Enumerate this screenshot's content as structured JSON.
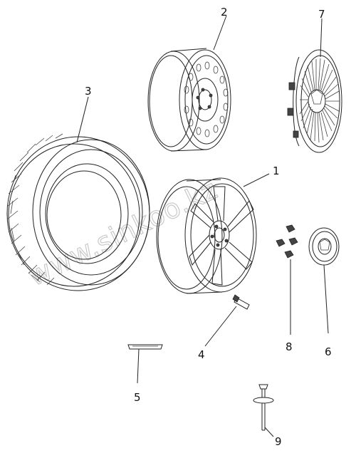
{
  "diagram": {
    "callouts": [
      {
        "id": "c1",
        "label": "1"
      },
      {
        "id": "c2",
        "label": "2"
      },
      {
        "id": "c3",
        "label": "3"
      },
      {
        "id": "c4",
        "label": "4"
      },
      {
        "id": "c5",
        "label": "5"
      },
      {
        "id": "c6",
        "label": "6"
      },
      {
        "id": "c7",
        "label": "7"
      },
      {
        "id": "c8",
        "label": "8"
      },
      {
        "id": "c9",
        "label": "9"
      }
    ],
    "watermark": "www.sinkoo.kz"
  },
  "colors": {
    "line": "#222222",
    "watermark": "#c9c9c9",
    "background": "#ffffff"
  }
}
